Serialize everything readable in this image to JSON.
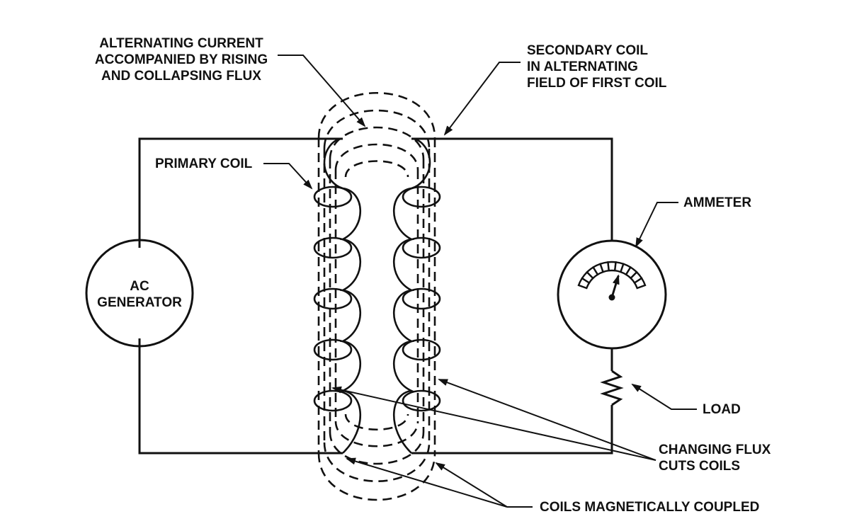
{
  "labels": {
    "alternating_current": [
      "ALTERNATING CURRENT",
      "ACCOMPANIED BY RISING",
      "AND COLLAPSING FLUX"
    ],
    "secondary_coil": [
      "SECONDARY COIL",
      "IN ALTERNATING",
      "FIELD OF FIRST COIL"
    ],
    "primary_coil": "PRIMARY COIL",
    "ammeter": "AMMETER",
    "generator": [
      "AC",
      "GENERATOR"
    ],
    "load": "LOAD",
    "changing_flux": [
      "CHANGING FLUX",
      "CUTS COILS"
    ],
    "coils_coupled": "COILS MAGNETICALLY COUPLED"
  },
  "colors": {
    "ink": "#111111",
    "background": "#ffffff"
  },
  "ammeter_scale_segments": 11,
  "ammeter_needle_fraction": 0.62
}
